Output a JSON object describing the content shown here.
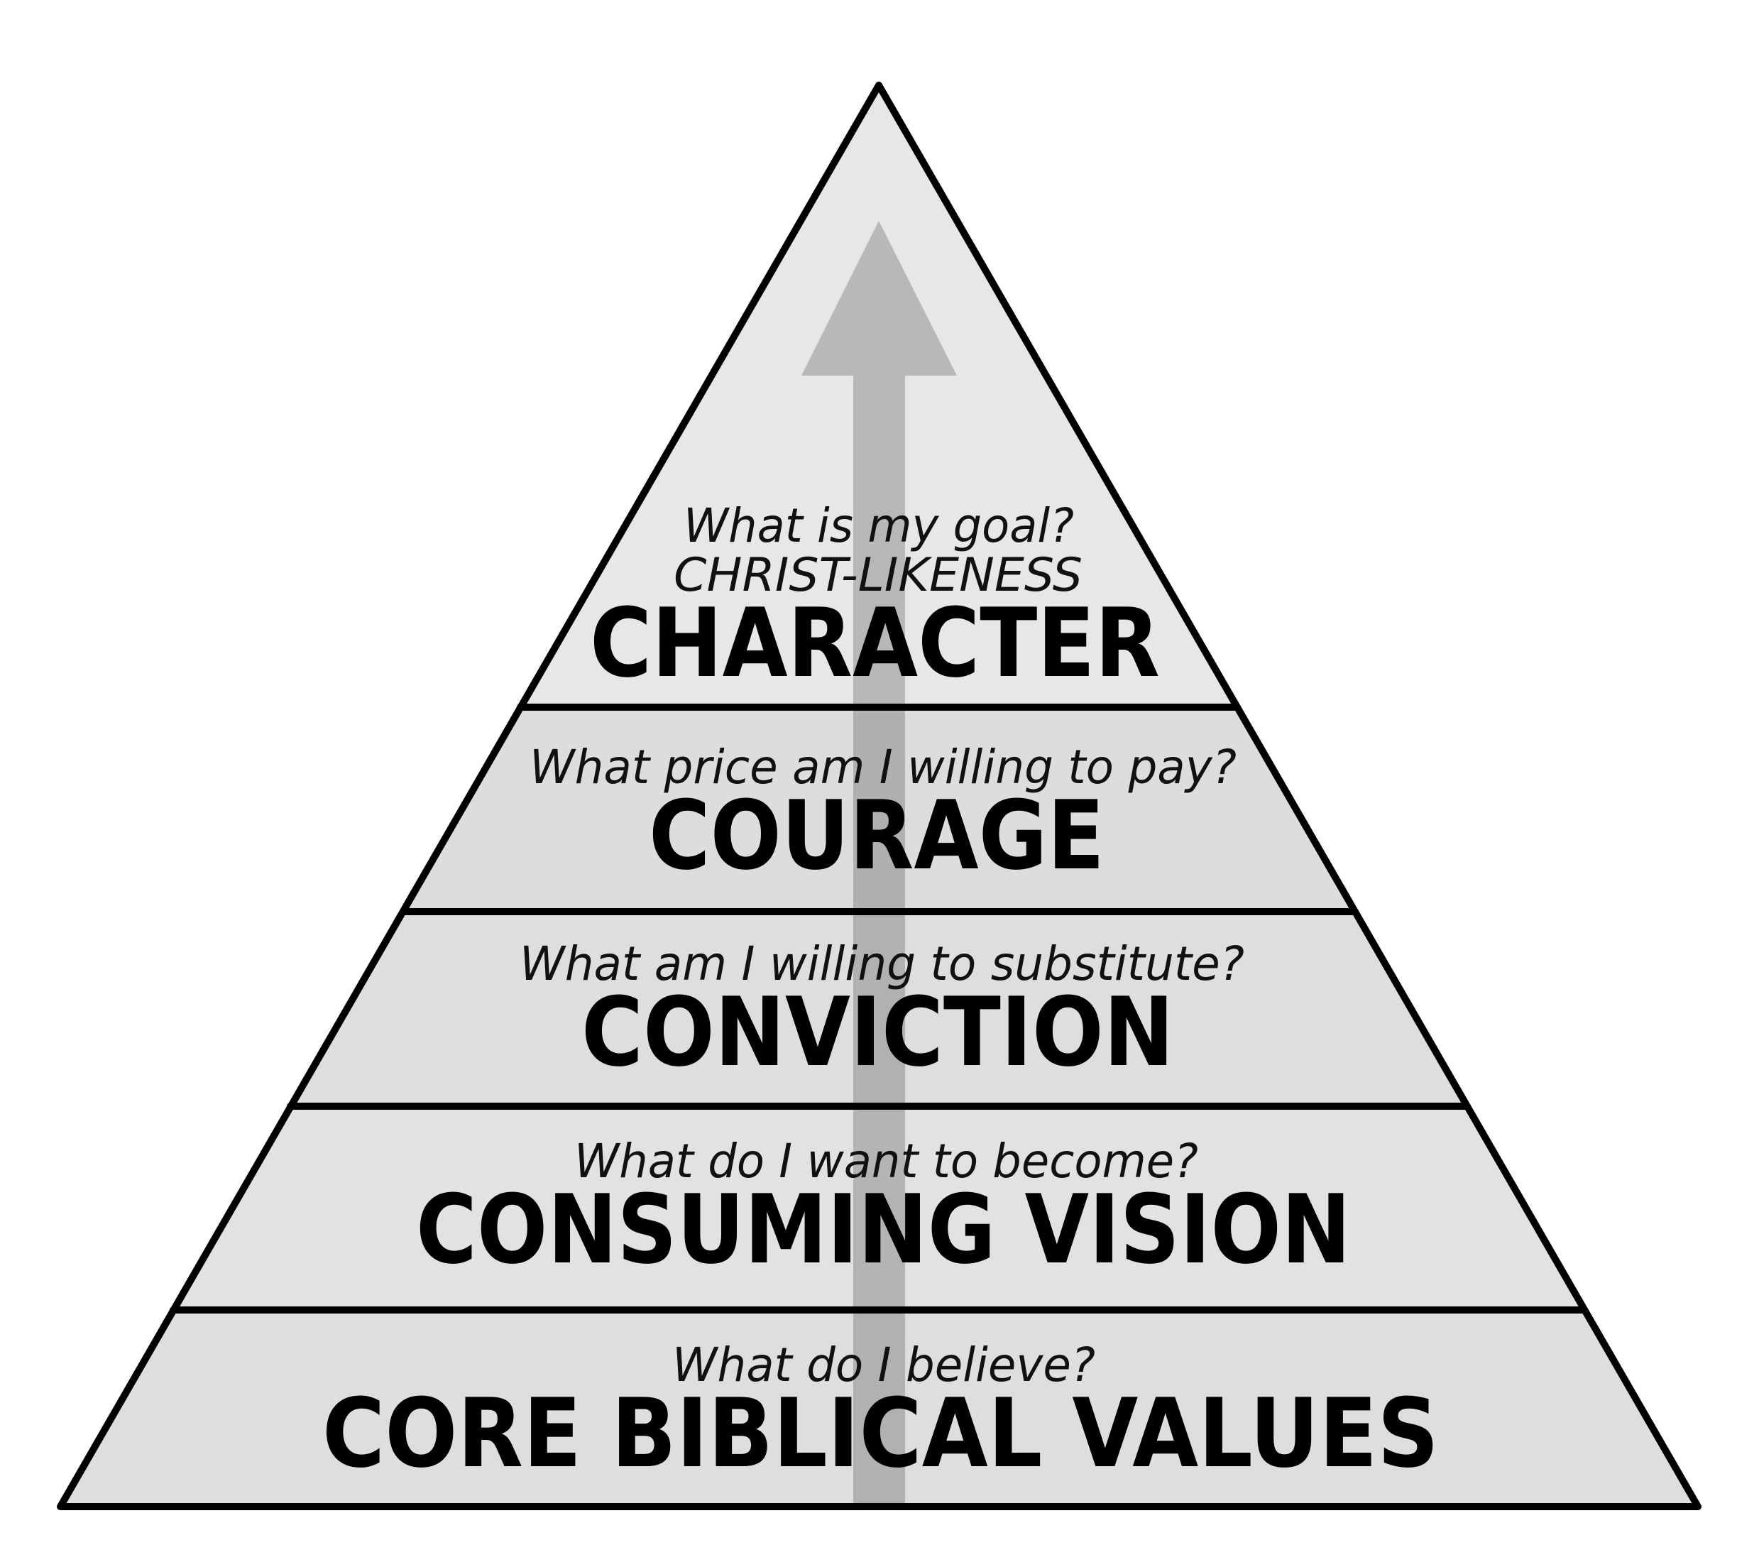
{
  "diagram": {
    "type": "pyramid",
    "colors": {
      "outline": "#000000",
      "band_top": "#e7e7e7",
      "band_2": "#dddddd",
      "band_3": "#dedede",
      "band_4": "#e2e2e2",
      "band_5": "#dedede",
      "arrow": "#000000",
      "arrow_opacity": "0.2",
      "background": "#ffffff"
    },
    "arrow": {
      "direction": "up",
      "label": ""
    },
    "levels": [
      {
        "id": "character",
        "question": "What is my goal?",
        "subtitle": "CHRIST-LIKENESS",
        "title": "CHARACTER"
      },
      {
        "id": "courage",
        "question": "What price am I willing to pay?",
        "title": "COURAGE"
      },
      {
        "id": "conviction",
        "question": "What am I willing to substitute?",
        "title": "CONVICTION"
      },
      {
        "id": "consuming-vision",
        "question": "What do I want to become?",
        "title": "CONSUMING VISION"
      },
      {
        "id": "core-biblical-values",
        "question": "What do I believe?",
        "title": "CORE BIBLICAL VALUES"
      }
    ]
  }
}
